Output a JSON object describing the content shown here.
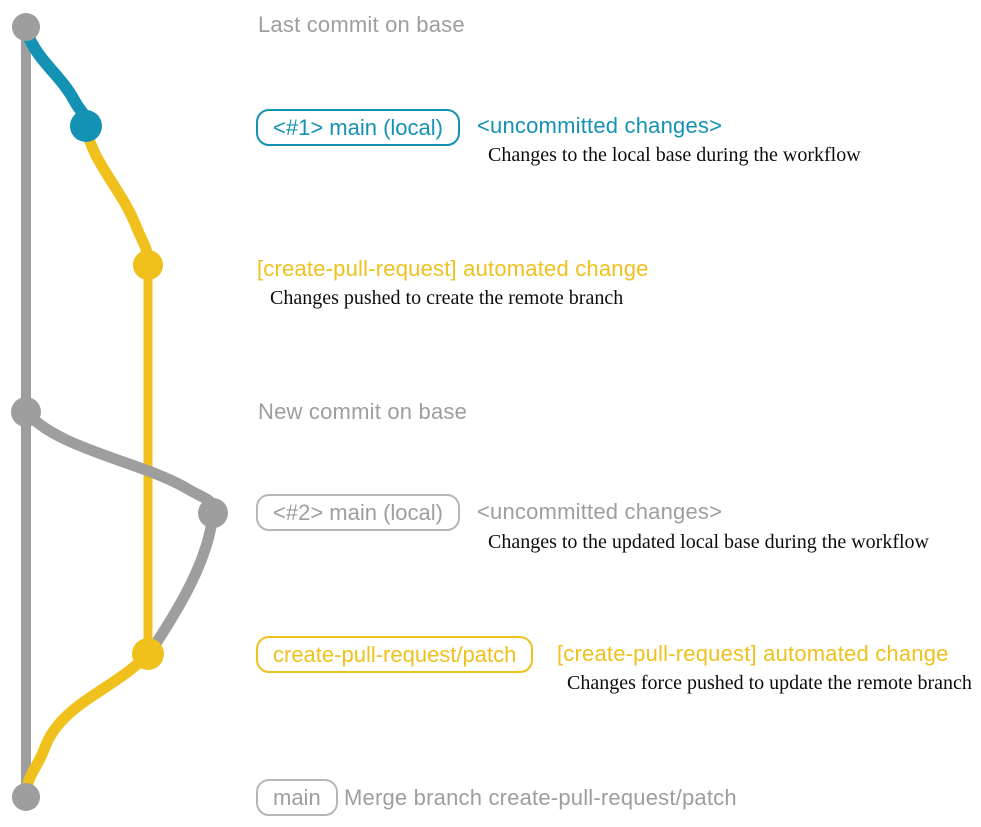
{
  "colors": {
    "teal": "#1492b4",
    "gold": "#f0c11c",
    "gray": "#9e9e9e",
    "grayBorder": "#b7b7b7",
    "ink": "#0d0d0d"
  },
  "labels": {
    "last_commit": "Last commit on base",
    "new_commit": "New commit on base"
  },
  "row1": {
    "badge": "<#1> main (local)",
    "title": "<uncommitted changes>",
    "note": "Changes to the local base during the workflow"
  },
  "row2": {
    "title": "[create-pull-request] automated change",
    "note": "Changes pushed to create the remote branch"
  },
  "row3": {
    "badge": "<#2> main (local)",
    "title": "<uncommitted changes>",
    "note": "Changes to the updated local base during the workflow"
  },
  "row4": {
    "badge": "create-pull-request/patch",
    "title": "[create-pull-request] automated change",
    "note": "Changes force pushed to update the remote branch"
  },
  "row5": {
    "badge": "main",
    "title": "Merge branch create-pull-request/patch"
  }
}
